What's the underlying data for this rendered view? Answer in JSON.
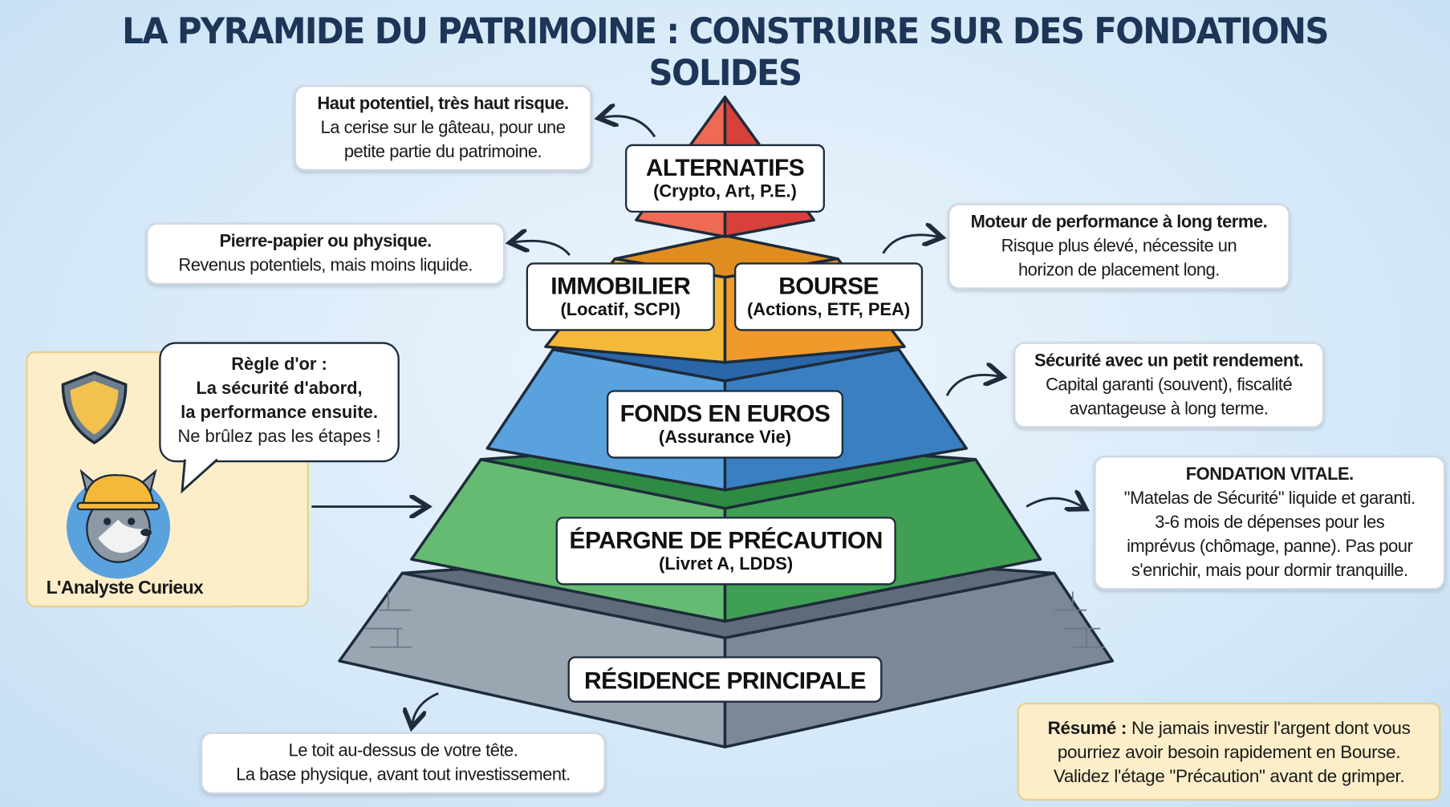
{
  "title": "LA PYRAMIDE DU PATRIMOINE : CONSTRUIRE SUR DES FONDATIONS SOLIDES",
  "tiers": {
    "alternatifs": {
      "title": "ALTERNATIFS",
      "sub": "(Crypto, Art, P.E.)",
      "color": "#e0463f"
    },
    "immobilier": {
      "title": "IMMOBILIER",
      "sub": "(Locatif, SCPI)",
      "color": "#f5b93a"
    },
    "bourse": {
      "title": "BOURSE",
      "sub": "(Actions, ETF, PEA)",
      "color": "#ef9a2a"
    },
    "fonds": {
      "title": "FONDS EN EUROS",
      "sub": "(Assurance Vie)",
      "color": "#3f86cc"
    },
    "epargne": {
      "title": "ÉPARGNE DE PRÉCAUTION",
      "sub": "(Livret A, LDDS)",
      "color": "#4caf5e"
    },
    "residence": {
      "title": "RÉSIDENCE PRINCIPALE",
      "color": "#8d98a5"
    }
  },
  "notes": {
    "alternatifs": {
      "bold": "Haut potentiel, très haut risque.",
      "lines": [
        "La cerise sur le gâteau, pour une",
        "petite partie du patrimoine."
      ]
    },
    "immobilier": {
      "bold": "Pierre-papier ou physique.",
      "lines": [
        "Revenus potentiels, mais moins liquide."
      ]
    },
    "bourse": {
      "bold": "Moteur de performance à long terme.",
      "lines": [
        "Risque plus élevé, nécessite un",
        "horizon de placement long."
      ]
    },
    "fonds": {
      "bold": "Sécurité avec un petit rendement.",
      "lines": [
        "Capital garanti (souvent), fiscalité",
        "avantageuse à long terme."
      ]
    },
    "epargne": {
      "bold": "FONDATION VITALE.",
      "lines": [
        "\"Matelas de Sécurité\" liquide et garanti.",
        "3-6 mois de dépenses pour les",
        "imprévus (chômage, panne). Pas pour",
        "s'enrichir, mais pour dormir tranquille."
      ]
    },
    "residence": {
      "lines": [
        "Le toit au-dessus de votre tête.",
        "La base physique, avant tout investissement."
      ]
    }
  },
  "mascot": {
    "name": "L'Analyste Curieux",
    "bubble": {
      "bold": [
        "Règle d'or :",
        "La sécurité d'abord,",
        "la performance ensuite."
      ],
      "line": "Ne brûlez pas les étapes !"
    }
  },
  "summary": {
    "bold": "Résumé :",
    "text1": " Ne jamais investir l'argent dont vous",
    "text2": "pourriez avoir besoin rapidement en Bourse.",
    "text3": "Validez l'étage \"Précaution\" avant de grimper."
  }
}
